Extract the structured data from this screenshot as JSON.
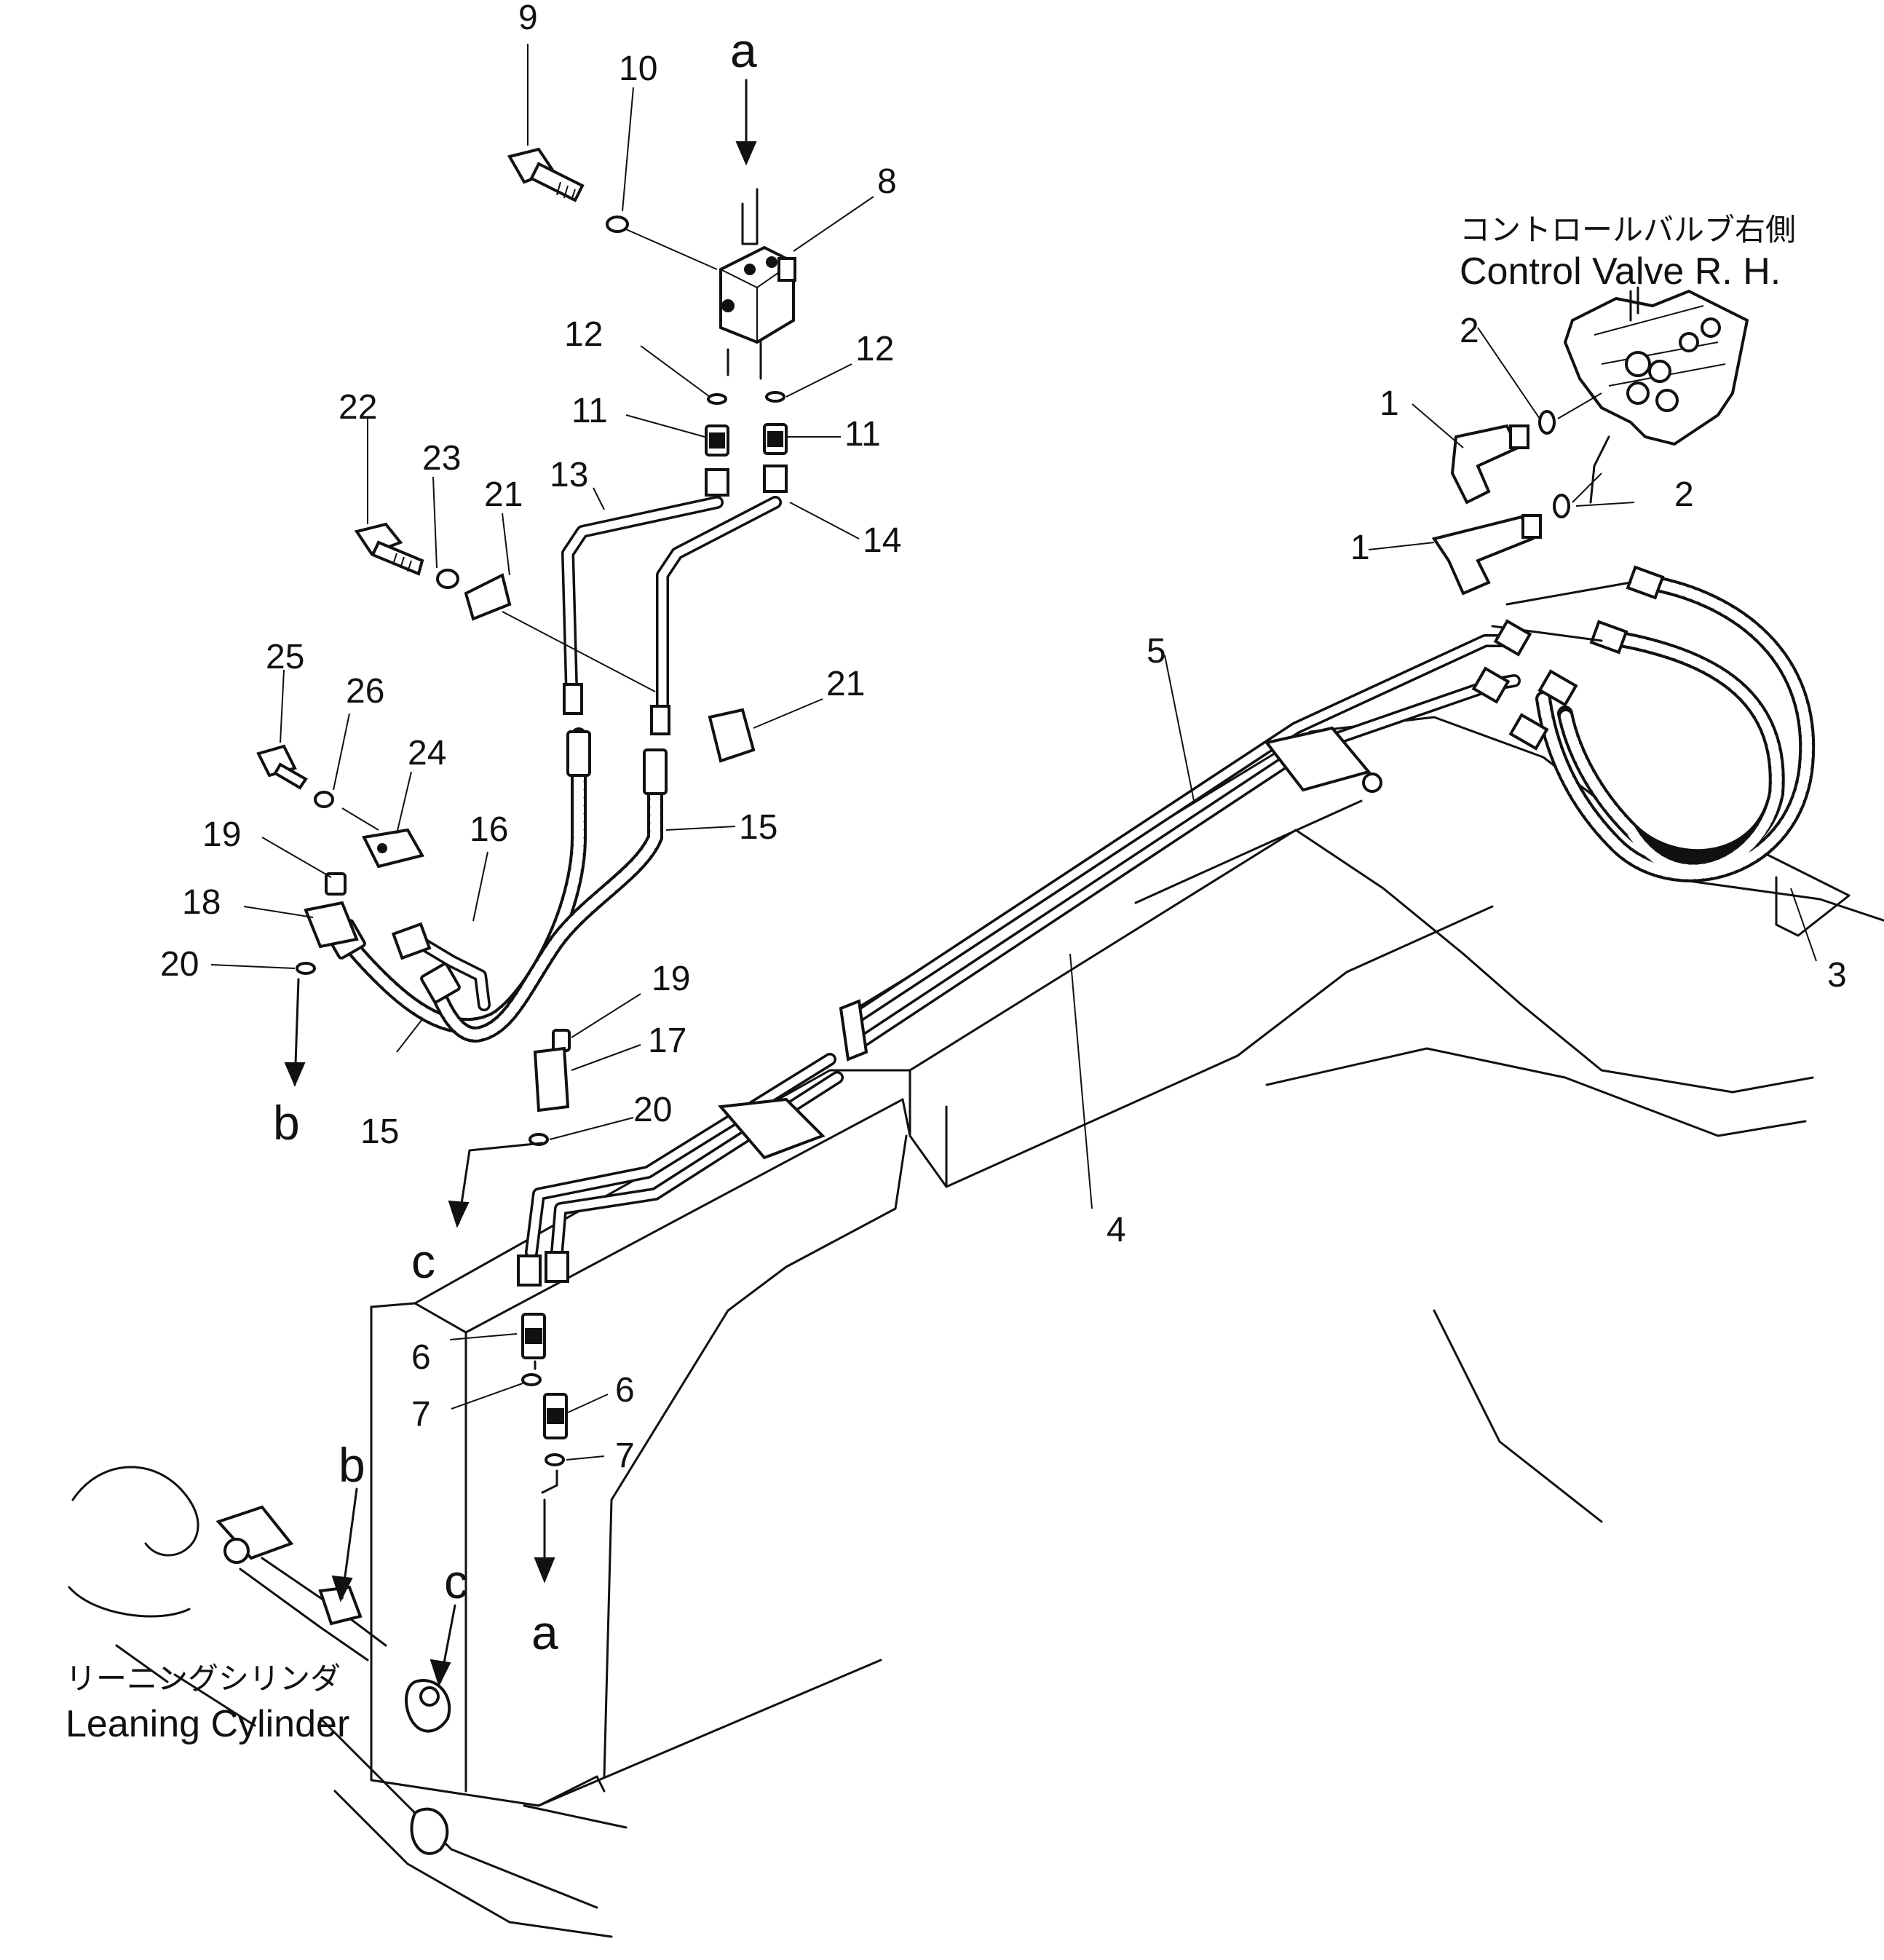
{
  "labels": {
    "control_valve_jp": "コントロールバルブ右側",
    "control_valve_en": "Control Valve R. H.",
    "leaning_cylinder_jp": "リーニングシリンダ",
    "leaning_cylinder_en": "Leaning Cylinder"
  },
  "view_letters": {
    "a_top": "a",
    "a_bottom": "a",
    "b_left": "b",
    "b_bottom": "b",
    "c_left": "c",
    "c_bottom": "c"
  },
  "part_numbers": {
    "p1_upper": "1",
    "p1_lower": "1",
    "p2_upper": "2",
    "p2_lower": "2",
    "p3": "3",
    "p4": "4",
    "p5": "5",
    "p6_left": "6",
    "p6_right": "6",
    "p7_left": "7",
    "p7_right": "7",
    "p8": "8",
    "p9": "9",
    "p10": "10",
    "p11_left": "11",
    "p11_right": "11",
    "p12_left": "12",
    "p12_right": "12",
    "p13": "13",
    "p14": "14",
    "p15_right": "15",
    "p15_bottom": "15",
    "p16": "16",
    "p17": "17",
    "p18": "18",
    "p19_left": "19",
    "p19_right": "19",
    "p20_left": "20",
    "p20_right": "20",
    "p21_top": "21",
    "p21_right": "21",
    "p22": "22",
    "p23": "23",
    "p24": "24",
    "p25": "25",
    "p26": "26"
  }
}
